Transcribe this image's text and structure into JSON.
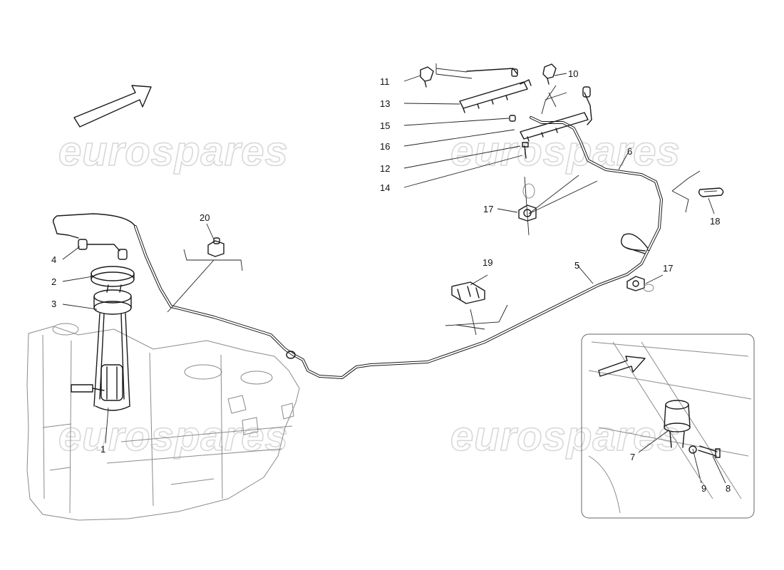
{
  "watermark": "eurospares",
  "callouts": {
    "c1": "1",
    "c2": "2",
    "c3": "3",
    "c4": "4",
    "c5": "5",
    "c6": "6",
    "c7": "7",
    "c8": "8",
    "c9": "9",
    "c10": "10",
    "c11": "11",
    "c12": "12",
    "c13": "13",
    "c14": "14",
    "c15": "15",
    "c16": "16",
    "c17a": "17",
    "c17b": "17",
    "c18": "18",
    "c19": "19",
    "c20": "20"
  }
}
